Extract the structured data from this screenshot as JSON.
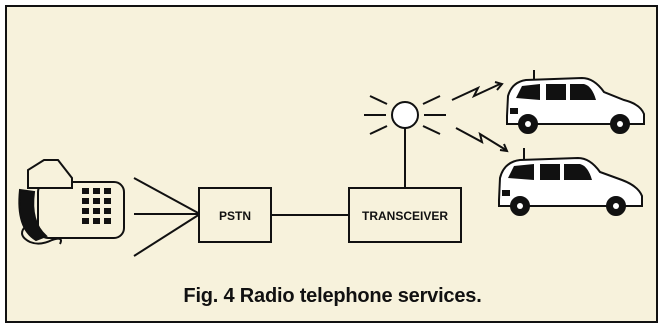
{
  "diagram": {
    "nodes": {
      "pstn": {
        "label": "PSTN"
      },
      "transceiver": {
        "label": "TRANSCEIVER"
      }
    },
    "icons": [
      "telephone-icon",
      "antenna-icon",
      "car-icon",
      "car-icon"
    ],
    "connections": [
      [
        "telephone",
        "pstn"
      ],
      [
        "pstn",
        "transceiver"
      ],
      [
        "transceiver",
        "antenna"
      ],
      [
        "antenna",
        "car-top"
      ],
      [
        "antenna",
        "car-bottom"
      ]
    ]
  },
  "caption": "Fig. 4 Radio telephone services."
}
